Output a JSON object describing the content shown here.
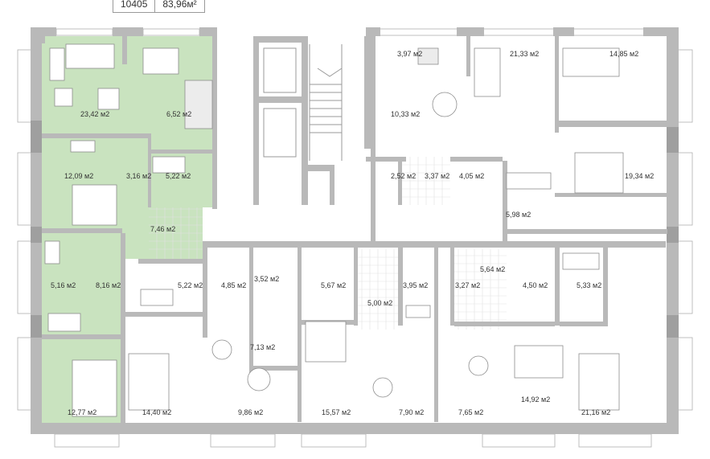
{
  "apartment": {
    "number": "10405",
    "area": "83,96м²",
    "highlight_color": "#c9e3bf"
  },
  "colors": {
    "wall": "#b9b9b9",
    "selected_fill": "#c9e3bf",
    "background": "#ffffff"
  },
  "rooms": [
    {
      "label": "23,42 м2"
    },
    {
      "label": "6,52 м2"
    },
    {
      "label": "12,09 м2"
    },
    {
      "label": "3,16 м2"
    },
    {
      "label": "5,22 м2"
    },
    {
      "label": "7,46 м2"
    },
    {
      "label": "5,16 м2"
    },
    {
      "label": "8,16 м2"
    },
    {
      "label": "12,77 м2"
    },
    {
      "label": "5,22 м2"
    },
    {
      "label": "4,85 м2"
    },
    {
      "label": "3,52 м2"
    },
    {
      "label": "14,40 м2"
    },
    {
      "label": "7,13 м2"
    },
    {
      "label": "9,86 м2"
    },
    {
      "label": "5,67 м2"
    },
    {
      "label": "5,00 м2"
    },
    {
      "label": "3,95 м2"
    },
    {
      "label": "15,57 м2"
    },
    {
      "label": "7,90 м2"
    },
    {
      "label": "3,27 м2"
    },
    {
      "label": "5,64 м2"
    },
    {
      "label": "4,50 м2"
    },
    {
      "label": "5,33 м2"
    },
    {
      "label": "7,65 м2"
    },
    {
      "label": "14,92 м2"
    },
    {
      "label": "21,16 м2"
    },
    {
      "label": "3,97 м2"
    },
    {
      "label": "21,33 м2"
    },
    {
      "label": "14,85 м2"
    },
    {
      "label": "10,33 м2"
    },
    {
      "label": "2,52 м2"
    },
    {
      "label": "3,37 м2"
    },
    {
      "label": "4,05 м2"
    },
    {
      "label": "19,34 м2"
    },
    {
      "label": "5,98 м2"
    }
  ]
}
